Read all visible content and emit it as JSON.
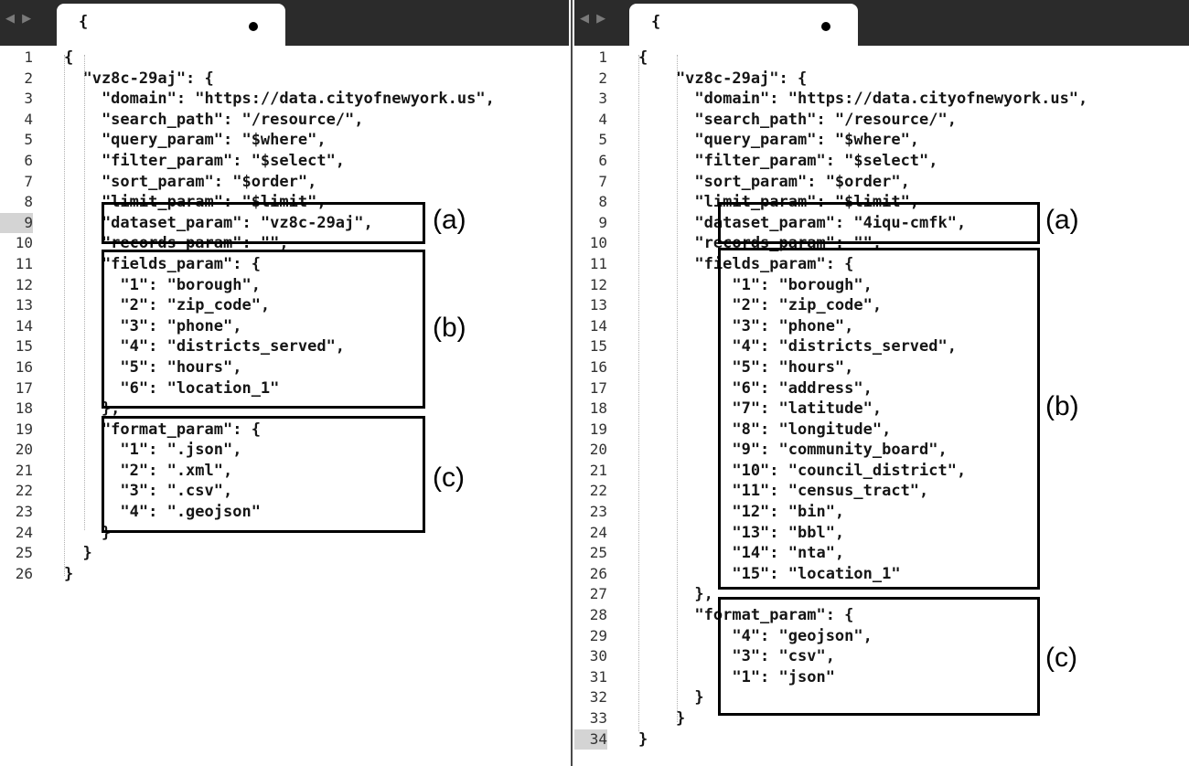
{
  "left": {
    "tab_title": "{",
    "lines": [
      {
        "n": "1",
        "text": "{"
      },
      {
        "n": "2",
        "text": "  \"vz8c-29aj\": {"
      },
      {
        "n": "3",
        "text": "    \"domain\": \"https://data.cityofnewyork.us\","
      },
      {
        "n": "4",
        "text": "    \"search_path\": \"/resource/\","
      },
      {
        "n": "5",
        "text": "    \"query_param\": \"$where\","
      },
      {
        "n": "6",
        "text": "    \"filter_param\": \"$select\","
      },
      {
        "n": "7",
        "text": "    \"sort_param\": \"$order\","
      },
      {
        "n": "8",
        "text": "    \"limit_param\": \"$limit\","
      },
      {
        "n": "9",
        "text": "    \"dataset_param\": \"vz8c-29aj\","
      },
      {
        "n": "10",
        "text": "    \"records_param\": \"\","
      },
      {
        "n": "11",
        "text": "    \"fields_param\": {"
      },
      {
        "n": "12",
        "text": "      \"1\": \"borough\","
      },
      {
        "n": "13",
        "text": "      \"2\": \"zip_code\","
      },
      {
        "n": "14",
        "text": "      \"3\": \"phone\","
      },
      {
        "n": "15",
        "text": "      \"4\": \"districts_served\","
      },
      {
        "n": "16",
        "text": "      \"5\": \"hours\","
      },
      {
        "n": "17",
        "text": "      \"6\": \"location_1\""
      },
      {
        "n": "18",
        "text": "    },"
      },
      {
        "n": "19",
        "text": "    \"format_param\": {"
      },
      {
        "n": "20",
        "text": "      \"1\": \".json\","
      },
      {
        "n": "21",
        "text": "      \"2\": \".xml\","
      },
      {
        "n": "22",
        "text": "      \"3\": \".csv\","
      },
      {
        "n": "23",
        "text": "      \"4\": \".geojson\""
      },
      {
        "n": "24",
        "text": "    }"
      },
      {
        "n": "25",
        "text": "  }"
      },
      {
        "n": "26",
        "text": "}"
      }
    ],
    "labels": {
      "a": "(a)",
      "b": "(b)",
      "c": "(c)"
    }
  },
  "right": {
    "tab_title": "{",
    "lines": [
      {
        "n": "1",
        "text": "{"
      },
      {
        "n": "2",
        "text": "    \"vz8c-29aj\": {"
      },
      {
        "n": "3",
        "text": "      \"domain\": \"https://data.cityofnewyork.us\","
      },
      {
        "n": "4",
        "text": "      \"search_path\": \"/resource/\","
      },
      {
        "n": "5",
        "text": "      \"query_param\": \"$where\","
      },
      {
        "n": "6",
        "text": "      \"filter_param\": \"$select\","
      },
      {
        "n": "7",
        "text": "      \"sort_param\": \"$order\","
      },
      {
        "n": "8",
        "text": "      \"limit_param\": \"$limit\","
      },
      {
        "n": "9",
        "text": "      \"dataset_param\": \"4iqu-cmfk\","
      },
      {
        "n": "10",
        "text": "      \"records_param\": \"\","
      },
      {
        "n": "11",
        "text": "      \"fields_param\": {"
      },
      {
        "n": "12",
        "text": "          \"1\": \"borough\","
      },
      {
        "n": "13",
        "text": "          \"2\": \"zip_code\","
      },
      {
        "n": "14",
        "text": "          \"3\": \"phone\","
      },
      {
        "n": "15",
        "text": "          \"4\": \"districts_served\","
      },
      {
        "n": "16",
        "text": "          \"5\": \"hours\","
      },
      {
        "n": "17",
        "text": "          \"6\": \"address\","
      },
      {
        "n": "18",
        "text": "          \"7\": \"latitude\","
      },
      {
        "n": "19",
        "text": "          \"8\": \"longitude\","
      },
      {
        "n": "20",
        "text": "          \"9\": \"community_board\","
      },
      {
        "n": "21",
        "text": "          \"10\": \"council_district\","
      },
      {
        "n": "22",
        "text": "          \"11\": \"census_tract\","
      },
      {
        "n": "23",
        "text": "          \"12\": \"bin\","
      },
      {
        "n": "24",
        "text": "          \"13\": \"bbl\","
      },
      {
        "n": "25",
        "text": "          \"14\": \"nta\","
      },
      {
        "n": "26",
        "text": "          \"15\": \"location_1\""
      },
      {
        "n": "27",
        "text": "      },"
      },
      {
        "n": "28",
        "text": "      \"format_param\": {"
      },
      {
        "n": "29",
        "text": "          \"4\": \"geojson\","
      },
      {
        "n": "30",
        "text": "          \"3\": \"csv\","
      },
      {
        "n": "31",
        "text": "          \"1\": \"json\""
      },
      {
        "n": "32",
        "text": "      }"
      },
      {
        "n": "33",
        "text": "    }"
      },
      {
        "n": "34",
        "text": "}"
      }
    ],
    "labels": {
      "a": "(a)",
      "b": "(b)",
      "c": "(c)"
    }
  },
  "nav_arrows": {
    "back": "◀",
    "forward": "▶"
  }
}
